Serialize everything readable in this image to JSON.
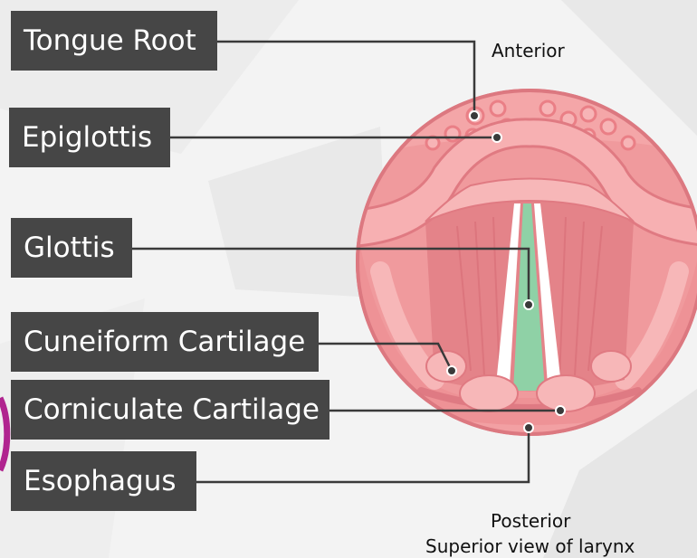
{
  "labels": {
    "tongue_root": "Tongue Root",
    "epiglottis": "Epiglottis",
    "glottis": "Glottis",
    "cuneiform": "Cuneiform Cartilage",
    "corniculate": "Corniculate Cartilage",
    "esophagus": "Esophagus"
  },
  "orientation": {
    "anterior": "Anterior",
    "posterior": "Posterior"
  },
  "caption": "Superior view of larynx",
  "colors": {
    "label_bg": "#464646",
    "label_text": "#ffffff",
    "tissue_pink": "#ef8f93",
    "tissue_light": "#f7b7b8",
    "vocal_fold_white": "#ffffff",
    "glottis_green": "#8fd1a6",
    "accent_purple": "#b0248f"
  }
}
